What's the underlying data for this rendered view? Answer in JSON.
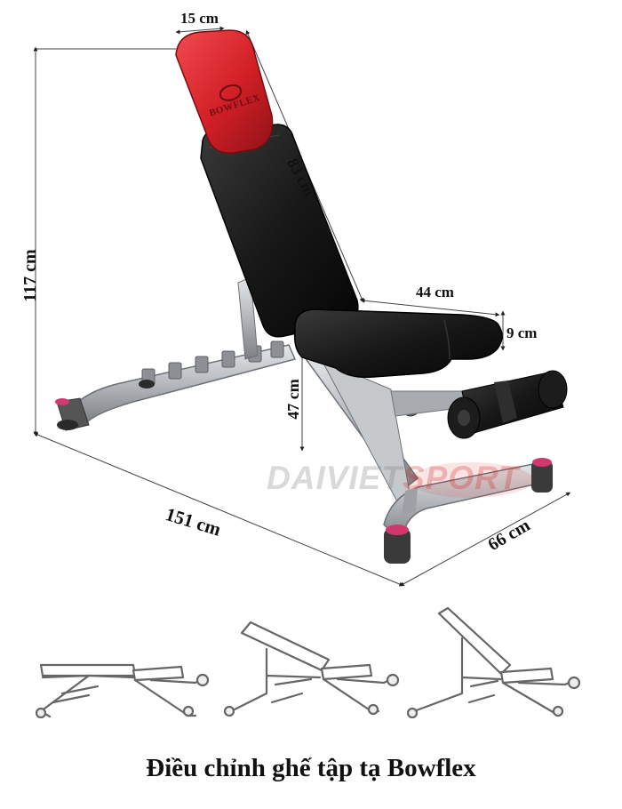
{
  "dimensions": {
    "headrest_width": "15 cm",
    "backrest_length": "83 cm",
    "total_height": "117 cm",
    "seat_length": "44 cm",
    "seat_thickness": "9 cm",
    "seat_height": "47 cm",
    "total_length": "151 cm",
    "total_width": "66 cm"
  },
  "brand_logo": "BOWFLEX",
  "watermark": {
    "part1": "DAIVIET",
    "part2": "SPORT"
  },
  "caption": "Điều chỉnh ghế tập tạ Bowflex",
  "colors": {
    "headrest": "#d9252b",
    "cushion": "#161616",
    "frame": "#b9bcbf",
    "caption": "#111111"
  },
  "positions_shown": [
    "flat",
    "incline",
    "upright"
  ]
}
